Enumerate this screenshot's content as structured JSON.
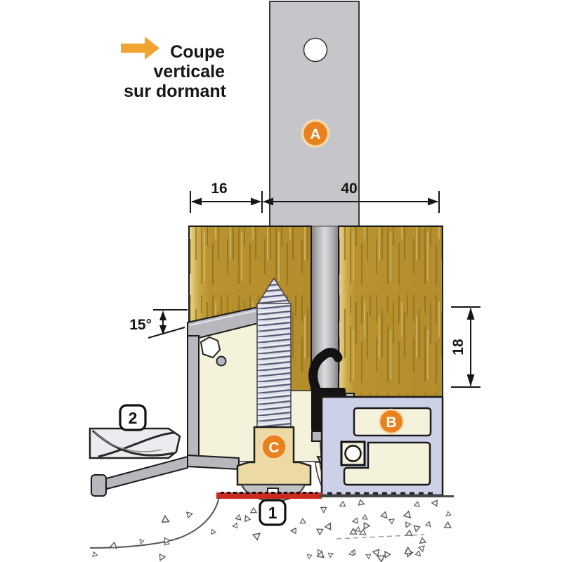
{
  "title": {
    "arrow_icon": "arrow-right",
    "lines": [
      "Coupe",
      "verticale",
      "sur dormant"
    ]
  },
  "dimensions": {
    "frame_offset": "16",
    "frame_width": "40",
    "rebate_height": "18",
    "ramp_angle": "15°"
  },
  "part_labels": {
    "a": "A",
    "b": "B",
    "c": "C"
  },
  "item_labels": {
    "seal_line": "1",
    "drill_bit": "2"
  },
  "colors": {
    "accent_orange": "#E8811E",
    "arrow_orange": "#F2A433",
    "badge_ring": "#F6D9AE",
    "wood": "#B8922E",
    "bar_gray": "#C6C6CA",
    "aluminum": "#B7B8BE",
    "profile_lavender": "#CCD1E8",
    "chamber_cream": "#F5F2DC",
    "seal_red": "#CB2A1E"
  }
}
